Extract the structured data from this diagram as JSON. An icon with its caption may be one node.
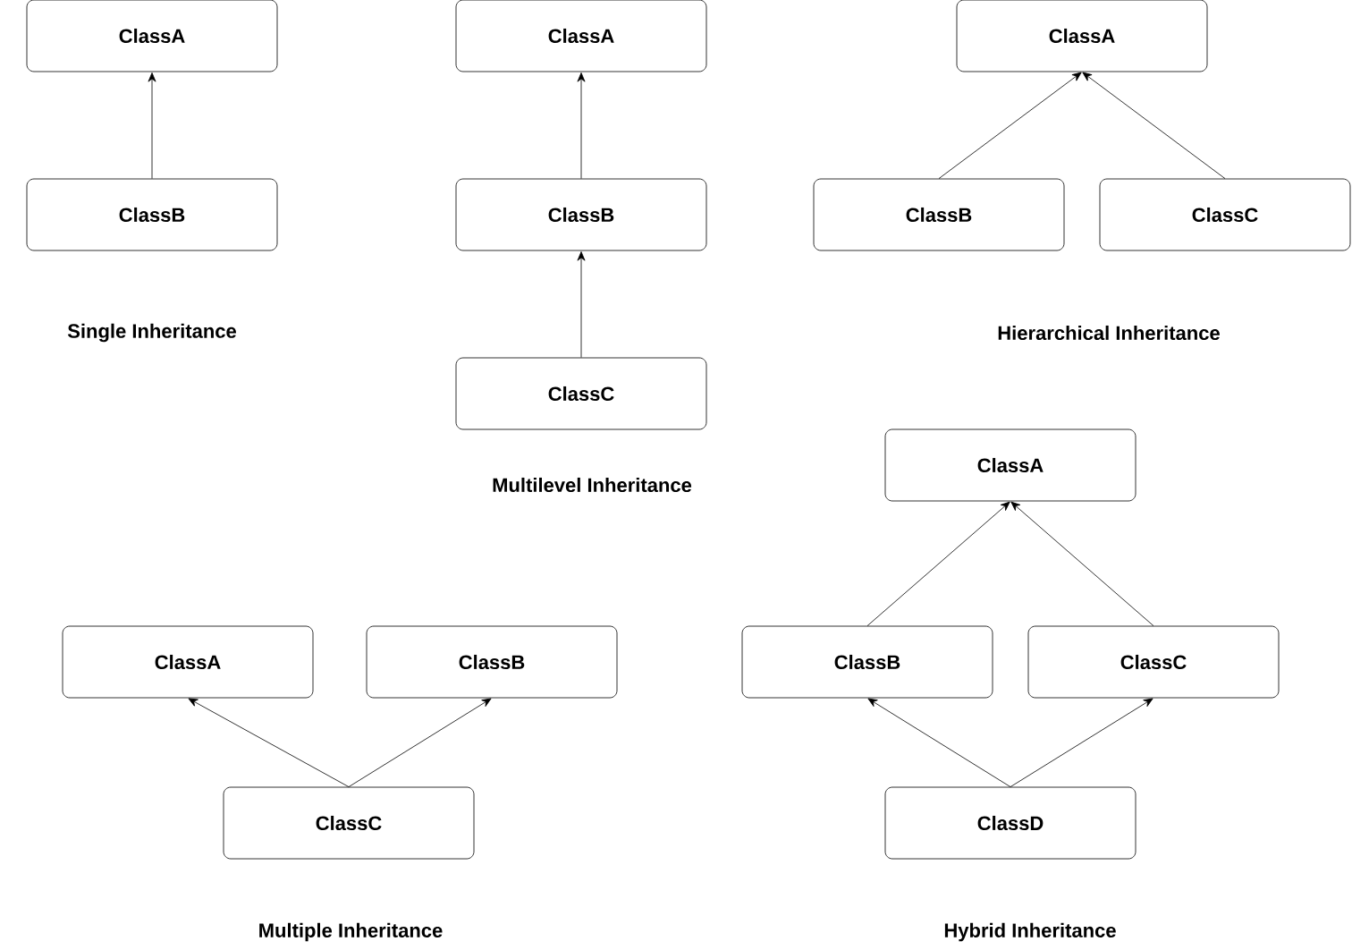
{
  "diagram": {
    "nodes": [
      {
        "text": [
          "ClassA"
        ]
      },
      {
        "text": [
          "ClassB"
        ]
      },
      {
        "text": [
          "ClassA"
        ]
      },
      {
        "text": [
          "ClassB"
        ]
      },
      {
        "text": [
          "ClassC"
        ]
      },
      {
        "text": [
          "ClassA"
        ]
      },
      {
        "text": [
          "ClassB"
        ]
      },
      {
        "text": [
          "ClassC"
        ]
      },
      {
        "text": [
          "ClassA"
        ]
      },
      {
        "text": [
          "ClassB"
        ]
      },
      {
        "text": [
          "ClassC"
        ]
      },
      {
        "text": [
          "ClassA"
        ]
      },
      {
        "text": [
          "ClassB"
        ]
      },
      {
        "text": [
          "ClassC"
        ]
      },
      {
        "text": [
          "ClassD"
        ]
      }
    ],
    "edges": [
      {
        "from": 1,
        "to": 0,
        "arrow": "to"
      },
      {
        "from": 3,
        "to": 2,
        "arrow": "to"
      },
      {
        "from": 4,
        "to": 3,
        "arrow": "to"
      },
      {
        "from": 6,
        "to": 5,
        "arrow": "to"
      },
      {
        "from": 7,
        "to": 5,
        "arrow": "to"
      },
      {
        "from": 10,
        "to": 8,
        "arrow": "to"
      },
      {
        "from": 10,
        "to": 9,
        "arrow": "to"
      },
      {
        "from": 12,
        "to": 11,
        "arrow": "to"
      },
      {
        "from": 13,
        "to": 11,
        "arrow": "to"
      },
      {
        "from": 14,
        "to": 12,
        "arrow": "to"
      },
      {
        "from": 14,
        "to": 13,
        "arrow": "to"
      }
    ],
    "labels": [
      "Single Inheritance",
      "Hierarchical Inheritance",
      "Multilevel Inheritance",
      "Multiple Inheritance",
      "Hybrid Inheritance"
    ]
  }
}
